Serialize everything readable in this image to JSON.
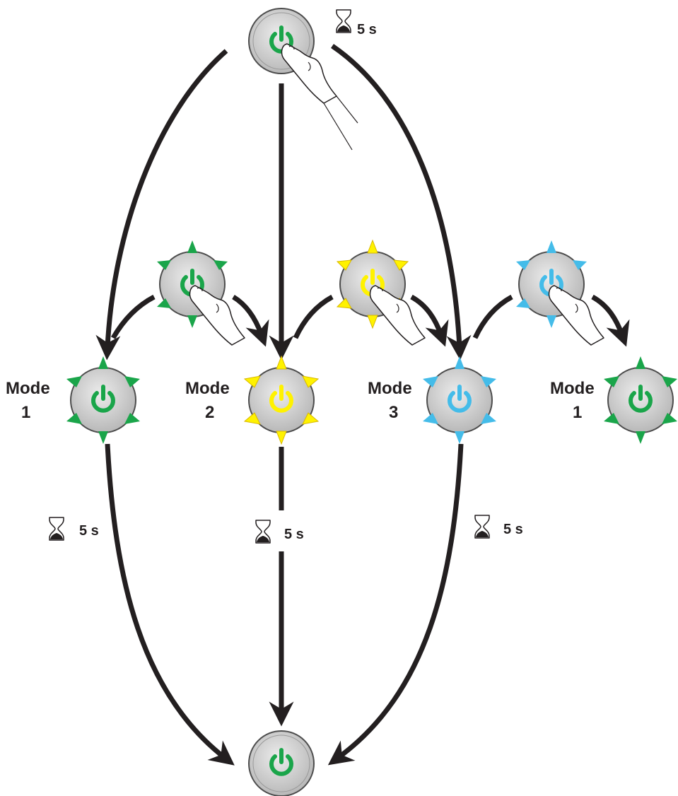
{
  "colors": {
    "green": "#1aa54a",
    "yellow": "#fff200",
    "blue": "#44bce9",
    "arrow": "#231f20",
    "button_face": "#d4d4d4",
    "button_rim": "#4d4d4d"
  },
  "timer": {
    "top": "5 s",
    "mode1": "5 s",
    "mode2": "5 s",
    "mode3": "5 s"
  },
  "modes": [
    {
      "word": "Mode",
      "number": "1",
      "color": "green"
    },
    {
      "word": "Mode",
      "number": "2",
      "color": "yellow"
    },
    {
      "word": "Mode",
      "number": "3",
      "color": "blue"
    },
    {
      "word": "Mode",
      "number": "1",
      "color": "green"
    }
  ],
  "icons": {
    "button": "power-button-icon",
    "finger": "finger-press-icon",
    "timer": "hourglass-icon"
  }
}
